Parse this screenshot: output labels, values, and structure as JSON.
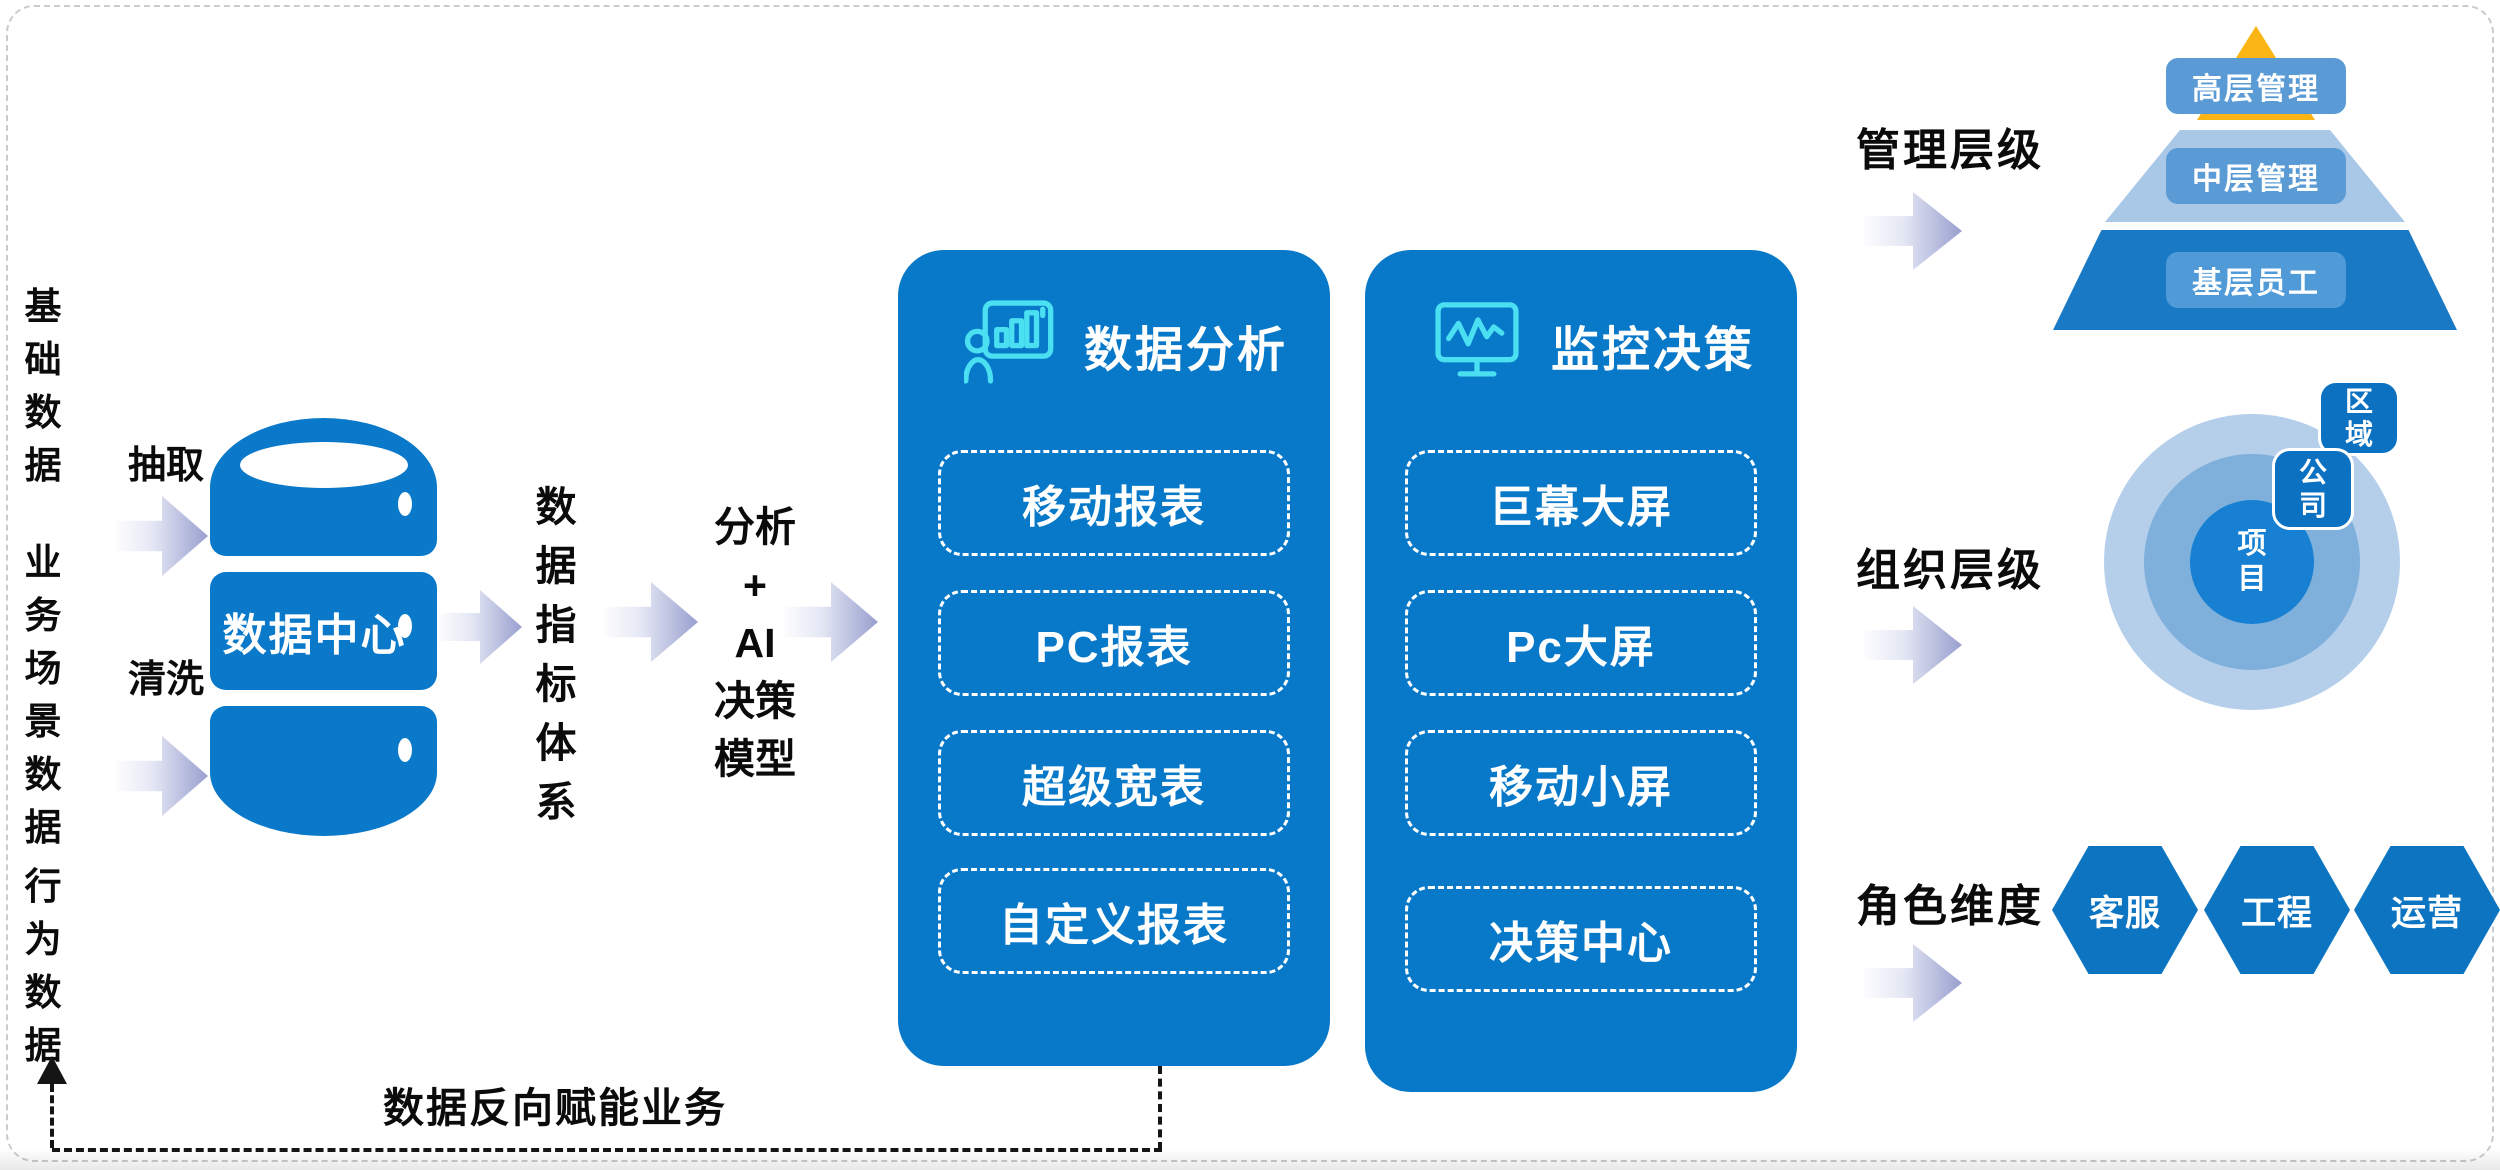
{
  "colors": {
    "primary_blue": "#0878c8",
    "cylinder_blue": "#0b79c9",
    "icon_cyan": "#4bdff2",
    "arrow_gradient_end": "#989fce",
    "pyramid_gold": "#fbb616",
    "pyramid_light_tier": "#a9c8e8",
    "pyramid_dark_tier": "#1a79c4",
    "pyramid_label_box": "#5b9bd5",
    "ring_outer": "#b5cfeb",
    "ring_middle": "#7fb0dc",
    "ring_inner": "#1780d2",
    "dashed_line_black": "#151515"
  },
  "left_sources": {
    "items": [
      "基础数据",
      "业务场景数据",
      "行为数据"
    ]
  },
  "etl": {
    "extract": "抽取",
    "clean": "清洗"
  },
  "data_center": {
    "label": "数据中心"
  },
  "indicator_system": {
    "label": "数据指标体系"
  },
  "ai_model": {
    "label": "分析\n+\nAI\n决策\n模型"
  },
  "panels": [
    {
      "title": "数据分析",
      "icon": "presentation-bar-chart-icon",
      "items": [
        "移动报表",
        "PC报表",
        "超级宽表",
        "自定义报表"
      ]
    },
    {
      "title": "监控决策",
      "icon": "monitor-pulse-icon",
      "items": [
        "巨幕大屏",
        "Pc大屏",
        "移动小屏",
        "决策中心"
      ]
    }
  ],
  "feedback_loop": {
    "label": "数据反向赋能业务"
  },
  "management": {
    "label": "管理层级",
    "tiers": [
      "高层管理",
      "中层管理",
      "基层员工"
    ]
  },
  "organization": {
    "label": "组织层级",
    "levels": [
      "区域",
      "公司",
      "项目"
    ]
  },
  "roles": {
    "label": "角色维度",
    "items": [
      "客服",
      "工程",
      "运营"
    ]
  }
}
